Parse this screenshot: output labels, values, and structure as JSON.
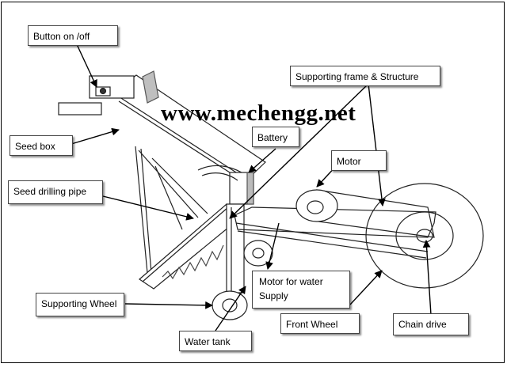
{
  "watermark": "www.mechengg.net",
  "labels": {
    "button": "Button on /off",
    "seed_box": "Seed box",
    "battery": "Battery",
    "supporting_frame": "Supporting frame & Structure",
    "motor": "Motor",
    "seed_drilling_pipe": "Seed drilling pipe",
    "motor_water_line1": "Motor for water",
    "motor_water_line2": "Supply",
    "supporting_wheel": "Supporting Wheel",
    "front_wheel": "Front Wheel",
    "chain_drive": "Chain drive",
    "water_tank": "Water tank"
  }
}
